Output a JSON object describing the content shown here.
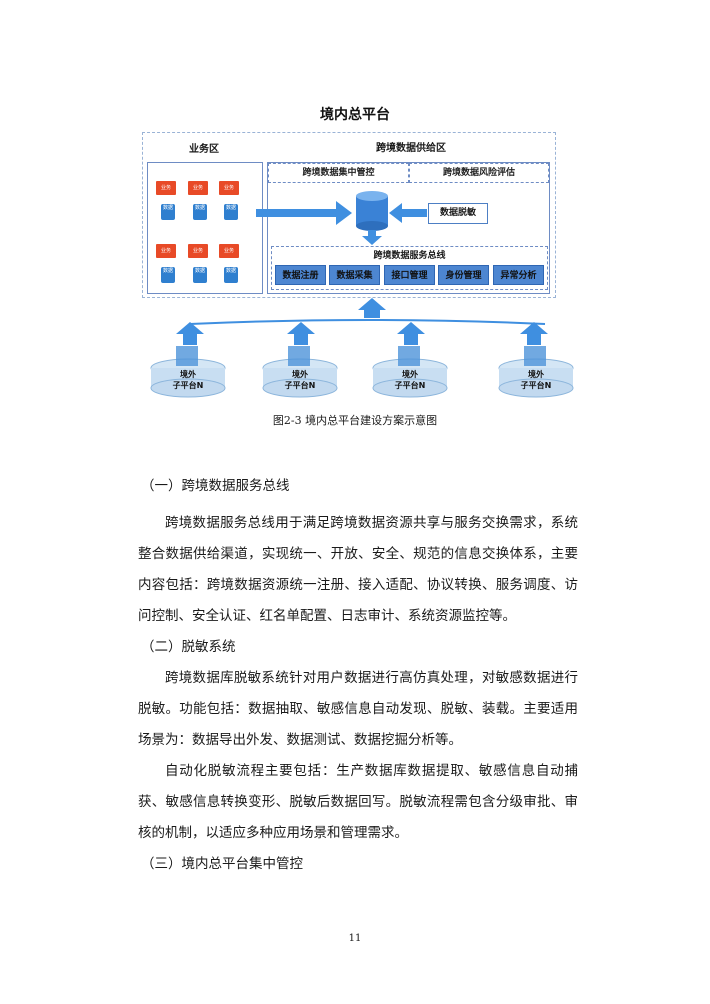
{
  "figure": {
    "title": "境内总平台",
    "business_zone": {
      "label": "业务区",
      "rows": [
        {
          "biz": [
            "业务",
            "业务",
            "业务"
          ],
          "data": [
            "数据",
            "数据",
            "数据"
          ]
        },
        {
          "biz": [
            "业务",
            "业务",
            "业务"
          ],
          "data": [
            "数据",
            "数据",
            "数据"
          ]
        }
      ]
    },
    "supply_zone": {
      "label": "跨境数据供给区",
      "tabs": [
        "跨境数据集中管控",
        "跨境数据风险评估"
      ],
      "desensitize": "数据脱敏",
      "bus": {
        "label": "跨境数据服务总线",
        "items": [
          "数据注册",
          "数据采集",
          "接口管理",
          "身份管理",
          "异常分析"
        ]
      }
    },
    "sub_platforms": [
      {
        "line1": "境外",
        "line2": "子平台N"
      },
      {
        "line1": "境外",
        "line2": "子平台N"
      },
      {
        "line1": "境外",
        "line2": "子平台N"
      },
      {
        "line1": "境外",
        "line2": "子平台N"
      }
    ],
    "caption": "图2-3 境内总平台建设方案示意图"
  },
  "sections": {
    "s1_heading": "（一）跨境数据服务总线",
    "s1_para1": "跨境数据服务总线用于满足跨境数据资源共享与服务交换需求，系统整合数据供给渠道，实现统一、开放、安全、规范的信息交换体系，主要内容包括：跨境数据资源统一注册、接入适配、协议转换、服务调度、访问控制、安全认证、红名单配置、日志审计、系统资源监控等。",
    "s2_heading": "（二）脱敏系统",
    "s2_para1": "跨境数据库脱敏系统针对用户数据进行高仿真处理，对敏感数据进行脱敏。功能包括：数据抽取、敏感信息自动发现、脱敏、装载。主要适用场景为：数据导出外发、数据测试、数据挖掘分析等。",
    "s2_para2": "自动化脱敏流程主要包括：生产数据库数据提取、敏感信息自动捕获、敏感信息转换变形、脱敏后数据回写。脱敏流程需包含分级审批、审核的机制，以适应多种应用场景和管理需求。",
    "s3_heading": "（三）境内总平台集中管控"
  },
  "page_number": "11",
  "colors": {
    "biz_red": "#e84a27",
    "data_blue": "#2f7fcf",
    "arrow_blue": "#3f8fe0",
    "bus_blue": "#4d86d1",
    "border_blue": "#6e8cc4"
  },
  "icons": [
    "arrow-right-icon",
    "arrow-left-icon",
    "arrow-down-icon",
    "arrow-up-icon",
    "database-icon",
    "building-icon"
  ]
}
